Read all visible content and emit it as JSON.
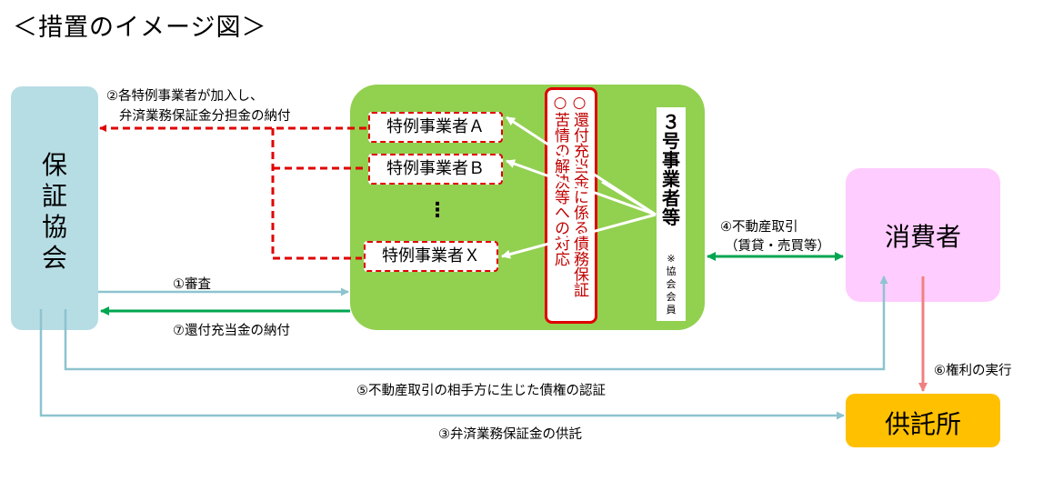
{
  "title": "＜措置のイメージ図＞",
  "nodes": {
    "hosho_kyokai": [
      "保",
      "証",
      "協",
      "会"
    ],
    "tokurei_a": "特例事業者Ａ",
    "tokurei_b": "特例事業者Ｂ",
    "tokurei_x": "特例事業者Ｘ",
    "vertical_dots": "⋮",
    "measures": [
      "○還付充当金に係る債務保証",
      "○苦情の解決等への対応"
    ],
    "go3_jigyosha": [
      "３",
      "号",
      "事",
      "業",
      "者",
      "等"
    ],
    "go3_note": [
      "※",
      "協",
      "会",
      "会",
      "員"
    ],
    "consumer": "消費者",
    "kyotakusho": "供託所"
  },
  "labels": {
    "step2_line1": "②各特例事業者が加入し、",
    "step2_line2": "弁済業務保証金分担金の納付",
    "step1": "①審査",
    "step7": "⑦還付充当金の納付",
    "step4_line1": "④不動産取引",
    "step4_line2": "（賃貸・売買等）",
    "step6": "⑥権利の実行",
    "step5": "⑤不動産取引の相手方に生じた債権の認証",
    "step3": "③弁済業務保証金の供託"
  },
  "colors": {
    "hosho_box": "#b7dde4",
    "green_box": "#92d050",
    "consumer_box": "#ffccff",
    "kyotaku_box": "#ffc000",
    "red": "#e00000",
    "blue_arrow": "#8ec3cf",
    "green_arrow": "#00a650",
    "pink_arrow": "#f08080"
  }
}
